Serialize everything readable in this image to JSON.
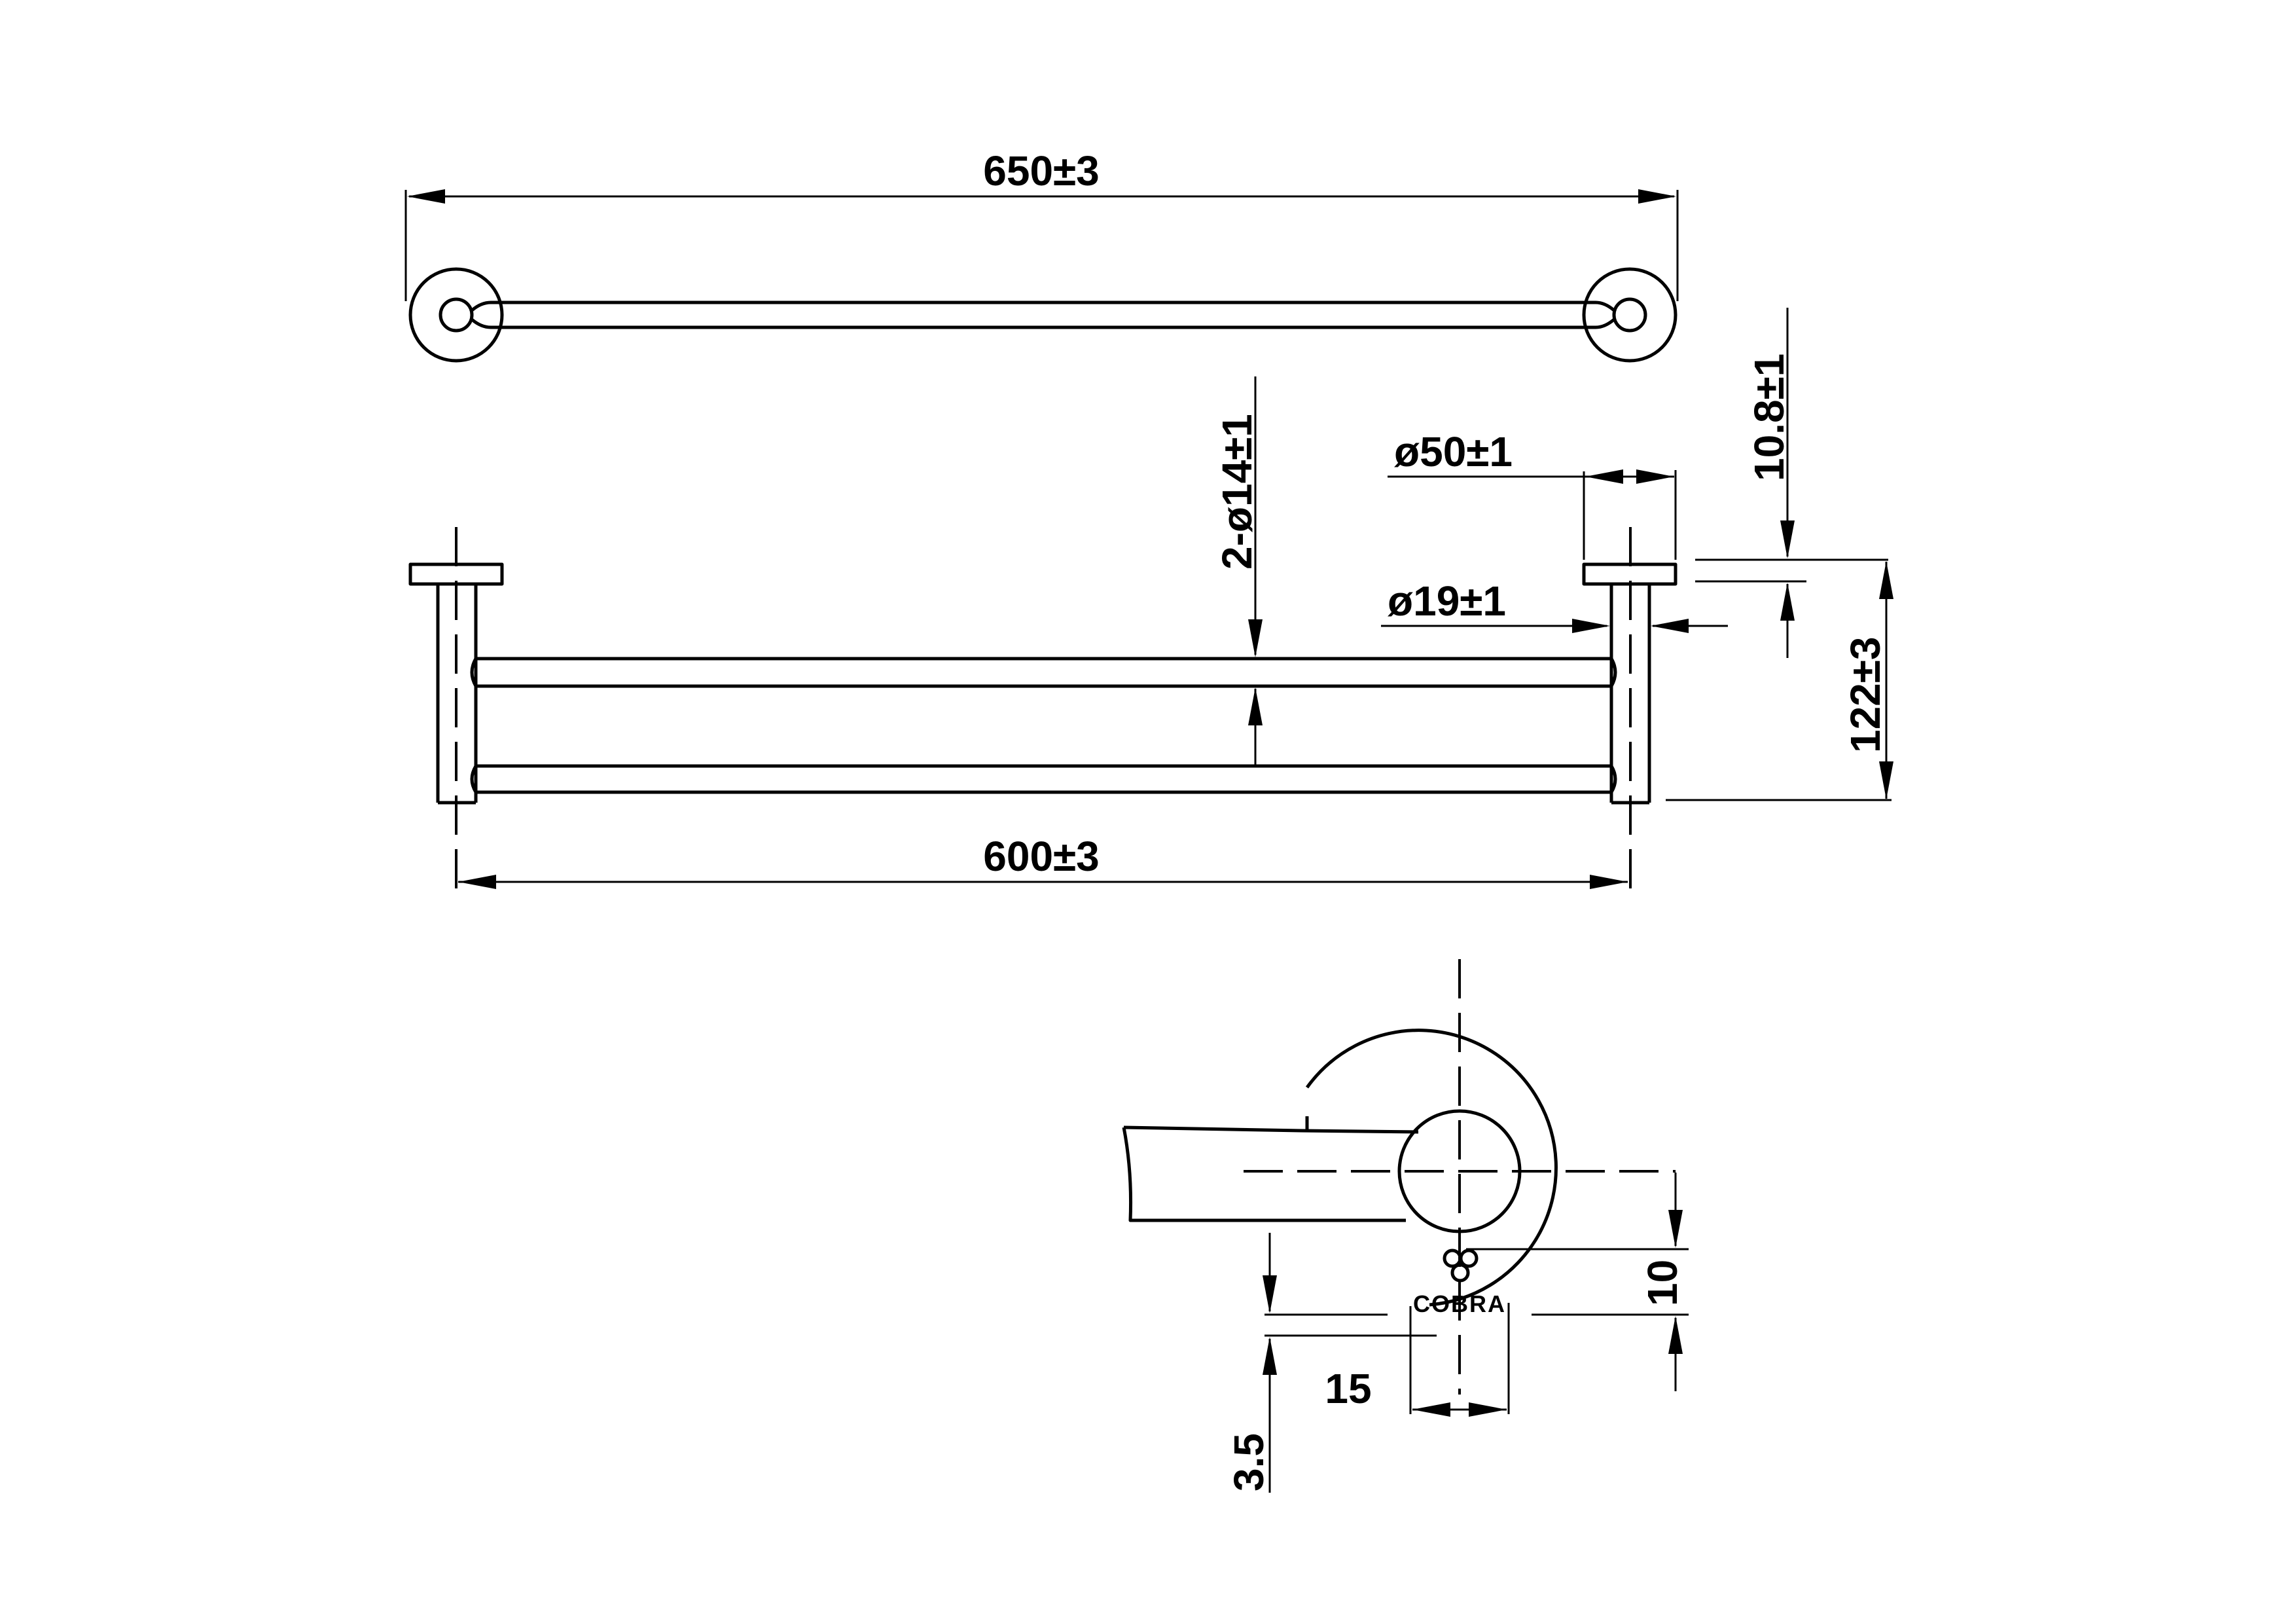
{
  "dimensions": {
    "overall_length": "650±3",
    "bracket_spacing": "600±3",
    "rail_diameter": "2-ø14±1",
    "base_diameter": "ø50±1",
    "post_diameter": "ø19±1",
    "base_thickness": "10.8±1",
    "projection": "122±3",
    "end_offset": "10",
    "end_gap": "3.5",
    "post_width": "15"
  },
  "brand": {
    "name": "COBRA"
  }
}
